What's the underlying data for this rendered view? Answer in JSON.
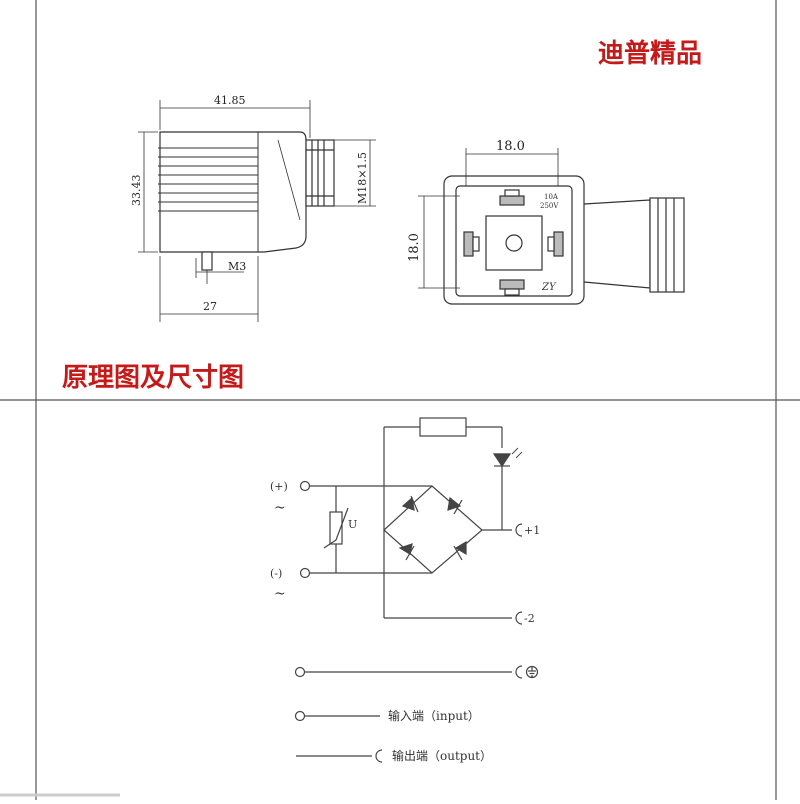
{
  "brand": {
    "label": "迪普精品",
    "color": "#c41a1a"
  },
  "section_title": "原理图及尺寸图",
  "connector_side": {
    "width_label": "41.85",
    "height_label": "33.43",
    "thread_label": "M18×1.5",
    "screw_label": "M3",
    "base_width_label": "27"
  },
  "connector_front": {
    "width_label": "18.0",
    "height_label": "18.0",
    "rating_line1": "10A",
    "rating_line2": "250V",
    "mark_label": "ZY"
  },
  "circuit": {
    "input_plus_label": "(+)",
    "input_minus_label": "(-)",
    "ac_symbol": "~",
    "varistor_label": "U",
    "output_plus1_label": "+1",
    "output_minus2_label": "-2"
  },
  "legend": {
    "input_text": "输入端（input）",
    "output_text": "输出端（output）"
  }
}
